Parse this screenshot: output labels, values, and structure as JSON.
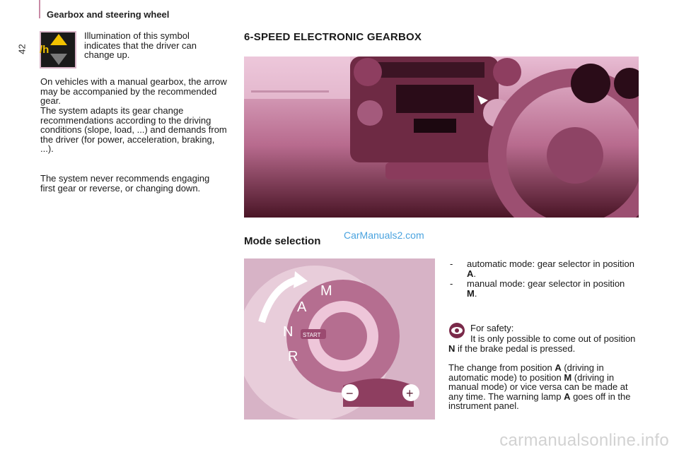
{
  "header": {
    "section_title": "Gearbox and steering wheel",
    "page_number": "42"
  },
  "left_column": {
    "icon_label": "/h",
    "icon_caption": "Illumination of this symbol indicates that the driver can change up.",
    "para1": "On vehicles with a manual gearbox, the arrow may be accompanied by the recommended gear.",
    "para2": "The system adapts its gear change recommendations according to the driving conditions (slope, load, ...) and demands from the driver (for power, acceleration, braking, ...).",
    "para3": "The system never recommends engaging first gear or reverse, or changing down."
  },
  "right_column": {
    "main_heading": "6-SPEED ELECTRONIC GEARBOX",
    "sub_heading": "Mode selection",
    "watermark_text": "CarManuals2.com",
    "bullets": [
      {
        "dash": "-",
        "text_prefix": "automatic mode: gear selector in position ",
        "bold": "A",
        "suffix": "."
      },
      {
        "dash": "-",
        "text_prefix": "manual mode: gear selector in position ",
        "bold": "M",
        "suffix": "."
      }
    ],
    "safety_title": "For safety:",
    "safety_line1_prefix": "It is only possible to come out of position ",
    "safety_line1_bold": "N",
    "safety_line1_suffix": " if the brake pedal is pressed.",
    "safety_para2": {
      "p1": "The change from position ",
      "b1": "A",
      "p2": " (driving in automatic mode) to position ",
      "b2": "M",
      "p3": " (driving in manual mode) or vice versa can be made at any time. The warning lamp ",
      "b3": "A",
      "p4": " goes off in the instrument panel."
    }
  },
  "dial": {
    "letters": [
      "R",
      "N",
      "A",
      "M"
    ],
    "start_label": "START",
    "minus": "−",
    "plus": "+"
  },
  "bottom_watermark": "carmanualsonline.info",
  "colors": {
    "pink_bg": "#d7b3c6",
    "dash_dark": "#5a1f33",
    "accent": "#c98aa6"
  }
}
